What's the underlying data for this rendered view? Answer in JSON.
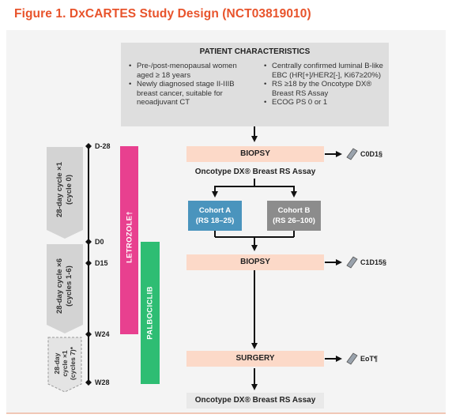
{
  "title": "Figure 1. DxCARTES Study Design (NCT03819010)",
  "patient": {
    "heading": "PATIENT CHARACTERISTICS",
    "left": [
      "Pre-/post-menopausal women aged ≥ 18 years",
      "Newly diagnosed stage II-IIIB breast cancer, suitable for neoadjuvant CT"
    ],
    "right": [
      "Centrally confirmed luminal B-like EBC (HR[+]/HER2[-], Ki67≥20%)",
      "RS ≥18 by the Oncotype DX® Breast RS Assay",
      "ECOG PS 0 or 1"
    ]
  },
  "flow": {
    "biopsy1": "BIOPSY",
    "assay1": "Oncotype DX® Breast RS Assay",
    "cohort_a": {
      "name": "Cohort A",
      "range": "(RS 18–25)"
    },
    "cohort_b": {
      "name": "Cohort B",
      "range": "(RS 26–100)"
    },
    "biopsy2": "BIOPSY",
    "surgery": "SURGERY",
    "assay2": "Oncotype DX® Breast RS Assay"
  },
  "side_labels": {
    "c0d1": "C0D1§",
    "c1d15": "C1D15§",
    "eot": "EoT¶"
  },
  "timeline": {
    "ticks": [
      "D-28",
      "D0",
      "D15",
      "W24",
      "W28"
    ]
  },
  "cycles": {
    "cycle0": [
      "28-day cycle ×1",
      "(cycle 0)"
    ],
    "cycle1": [
      "28-day cycle ×6",
      "(cycles 1-6)"
    ],
    "cycle7": [
      "28-day",
      "cycle ×1",
      "(cycles 7)*"
    ]
  },
  "drugs": {
    "letrozole": "LETROZOLE†",
    "palbociclib": "PALBOCICLIB"
  },
  "colors": {
    "title": "#e8532b",
    "stage": "#fcd9c8",
    "cohort_a": "#4a94bd",
    "cohort_b": "#8c8c8c",
    "letrozole": "#e8408f",
    "palbociclib": "#2ebd73"
  }
}
